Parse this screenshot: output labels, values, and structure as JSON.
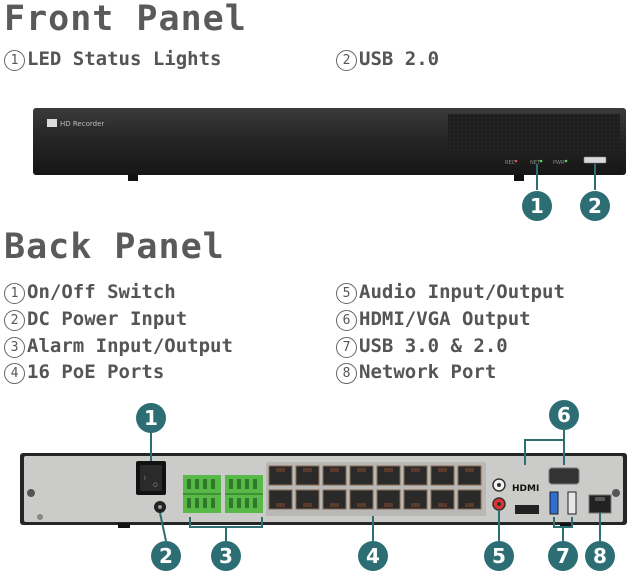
{
  "front": {
    "title": "Front Panel",
    "legend": [
      {
        "num": "1",
        "label": "LED Status Lights"
      },
      {
        "num": "2",
        "label": "USB 2.0"
      }
    ],
    "logo_text": "HD Recorder",
    "led_labels": [
      "REC",
      "NET",
      "PWR"
    ]
  },
  "back": {
    "title": "Back Panel",
    "legend_left": [
      {
        "num": "1",
        "label": "On/Off Switch"
      },
      {
        "num": "2",
        "label": "DC Power Input"
      },
      {
        "num": "3",
        "label": "Alarm Input/Output"
      },
      {
        "num": "4",
        "label": "16 PoE Ports"
      }
    ],
    "legend_right": [
      {
        "num": "5",
        "label": "Audio Input/Output"
      },
      {
        "num": "6",
        "label": "HDMI/VGA Output"
      },
      {
        "num": "7",
        "label": "USB 3.0 & 2.0"
      },
      {
        "num": "8",
        "label": "Network Port"
      }
    ],
    "hdmi_logo": "HDMI"
  },
  "markers": [
    "1",
    "2",
    "1",
    "2",
    "3",
    "4",
    "5",
    "6",
    "7",
    "8"
  ],
  "colors": {
    "marker": "#2d6e74",
    "device_body": "#2a2a2a",
    "back_plate": "#c9c9c7",
    "alarm_terminal": "#58b848",
    "usb3_blue": "#2f6fd0"
  }
}
